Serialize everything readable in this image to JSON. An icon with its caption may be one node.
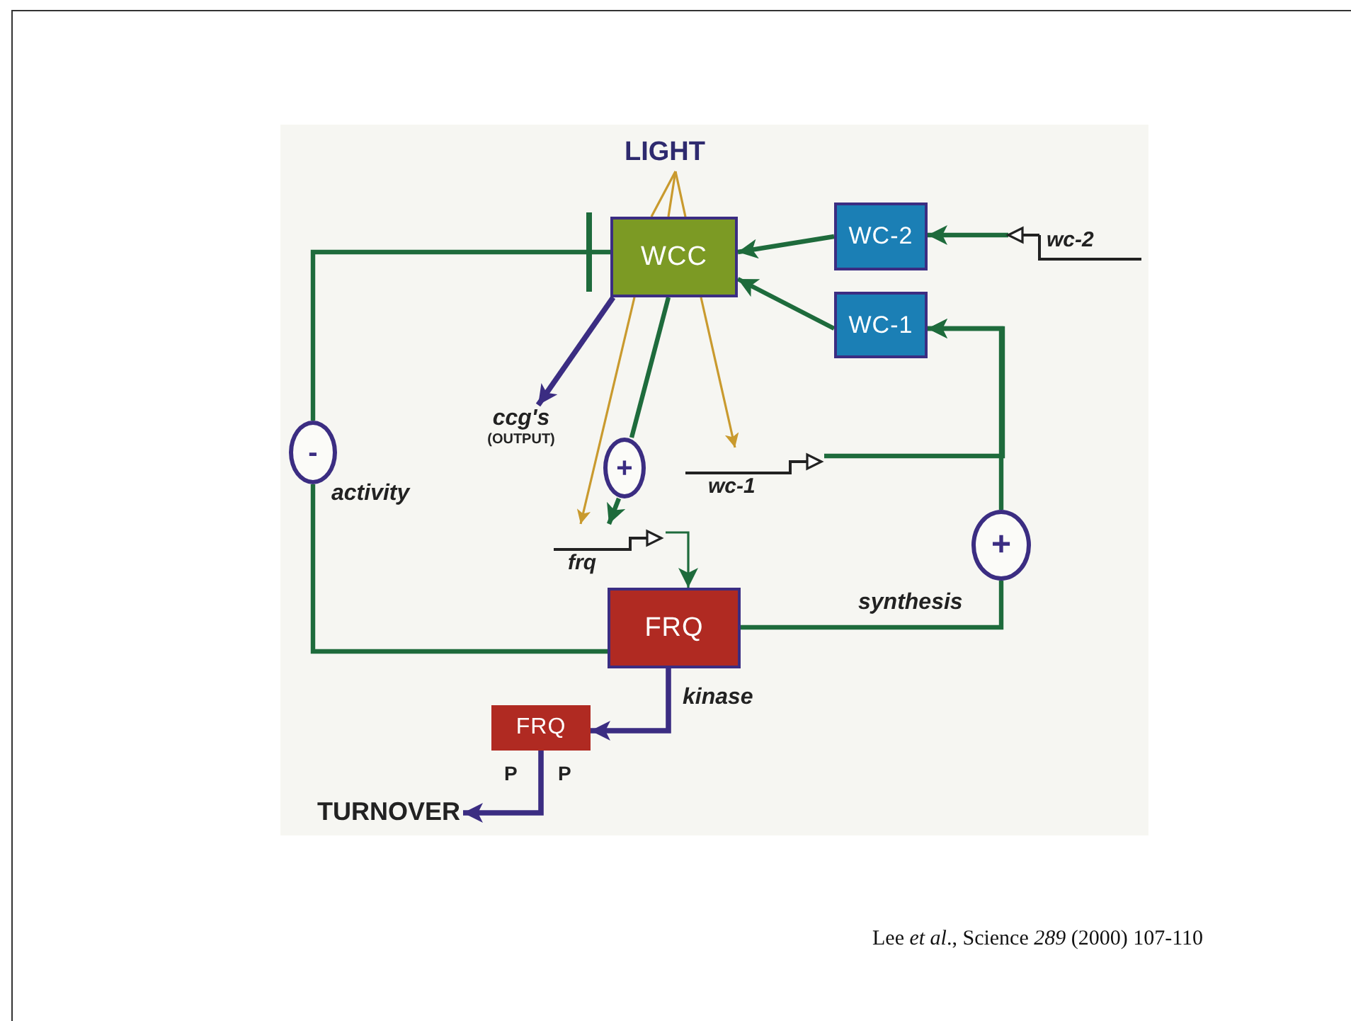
{
  "diagram": {
    "caption": "Lee *et al*., Science *289* (2000) 107-110",
    "nodes": [
      {
        "text": [
          "LIGHT"
        ]
      },
      {
        "text": [
          "WCC"
        ]
      },
      {
        "text": [
          "WC-2"
        ]
      },
      {
        "text": [
          "WC-1"
        ]
      },
      {
        "text": [
          "wc-2"
        ]
      },
      {
        "text": [
          "wc-1"
        ]
      },
      {
        "text": [
          "ccg's",
          "(OUTPUT)"
        ]
      },
      {
        "text": [
          "frq"
        ]
      },
      {
        "text": [
          "FRQ"
        ]
      },
      {
        "text": [
          "FRQ"
        ],
        "beside": [
          "P",
          "P"
        ]
      },
      {
        "text": [
          "TURNOVER"
        ]
      },
      {
        "text": [
          "-"
        ],
        "beside": [
          "activity"
        ]
      },
      {
        "text": [
          "+"
        ]
      },
      {
        "text": [
          "+"
        ],
        "beside": [
          "synthesis"
        ]
      }
    ],
    "edges": [
      {
        "from": 0,
        "to": 1,
        "arrow": "none",
        "color": "#c99a2e"
      },
      {
        "from": 0,
        "to": 1,
        "arrow": "none",
        "color": "#c99a2e"
      },
      {
        "from": 0,
        "to": 1,
        "arrow": "none",
        "color": "#c99a2e"
      },
      {
        "from": 1,
        "to": 6,
        "arrow": "to",
        "color": "#3b2d82"
      },
      {
        "from": 1,
        "to": 7,
        "arrow": "to",
        "color": "#c99a2e"
      },
      {
        "from": 1,
        "to": 5,
        "arrow": "to",
        "color": "#c99a2e"
      },
      {
        "from": 1,
        "to": 12,
        "arrow": "none"
      },
      {
        "from": 12,
        "to": 7,
        "arrow": "to"
      },
      {
        "from": 2,
        "to": 1,
        "arrow": "to"
      },
      {
        "from": 3,
        "to": 1,
        "arrow": "to"
      },
      {
        "from": 4,
        "to": 2,
        "arrow": "to"
      },
      {
        "from": 5,
        "to": 3,
        "arrow": "to"
      },
      {
        "from": 7,
        "to": 8,
        "arrow": "to"
      },
      {
        "from": 8,
        "to": 13,
        "arrow": "none"
      },
      {
        "from": 13,
        "to": 3,
        "arrow": "to"
      },
      {
        "from": 8,
        "to": 11,
        "arrow": "none"
      },
      {
        "from": 11,
        "to": 1,
        "arrow": "other"
      },
      {
        "from": 8,
        "to": 9,
        "arrow": "to",
        "label": "kinase",
        "color": "#3b2d82"
      },
      {
        "from": 9,
        "to": 10,
        "arrow": "to",
        "color": "#3b2d82"
      }
    ]
  }
}
